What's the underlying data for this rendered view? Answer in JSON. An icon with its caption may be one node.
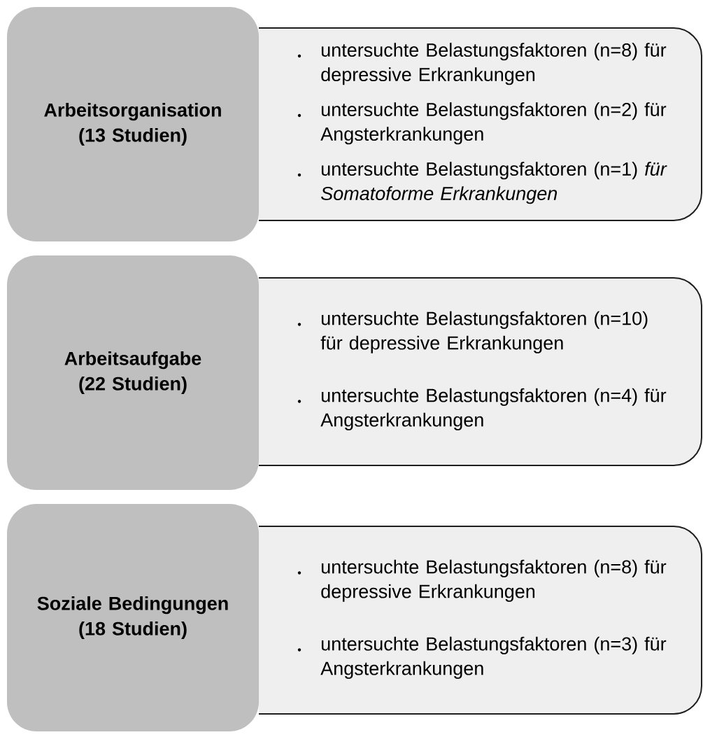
{
  "diagram": {
    "nodes": [
      {
        "text": [
          "Arbeitsorganisation (13 Studien)"
        ]
      },
      {
        "text": [
          "untersuchte Belastungsfaktoren (n=8) für depressive Erkrankungen",
          "untersuchte Belastungsfaktoren (n=2) für Angsterkrankungen",
          "untersuchte Belastungsfaktoren (n=1) *für Somatoforme Erkrankungen*"
        ]
      },
      {
        "text": [
          "Arbeitsaufgabe (22 Studien)"
        ]
      },
      {
        "text": [
          "untersuchte Belastungsfaktoren (n=10) für depressive Erkrankungen",
          "untersuchte Belastungsfaktoren (n=4) für Angsterkrankungen"
        ]
      },
      {
        "text": [
          "Soziale Bedingungen (18 Studien)"
        ]
      },
      {
        "text": [
          "untersuchte Belastungsfaktoren (n=8) für depressive Erkrankungen",
          "untersuchte Belastungsfaktoren (n=3) für Angsterkrankungen"
        ]
      }
    ]
  }
}
